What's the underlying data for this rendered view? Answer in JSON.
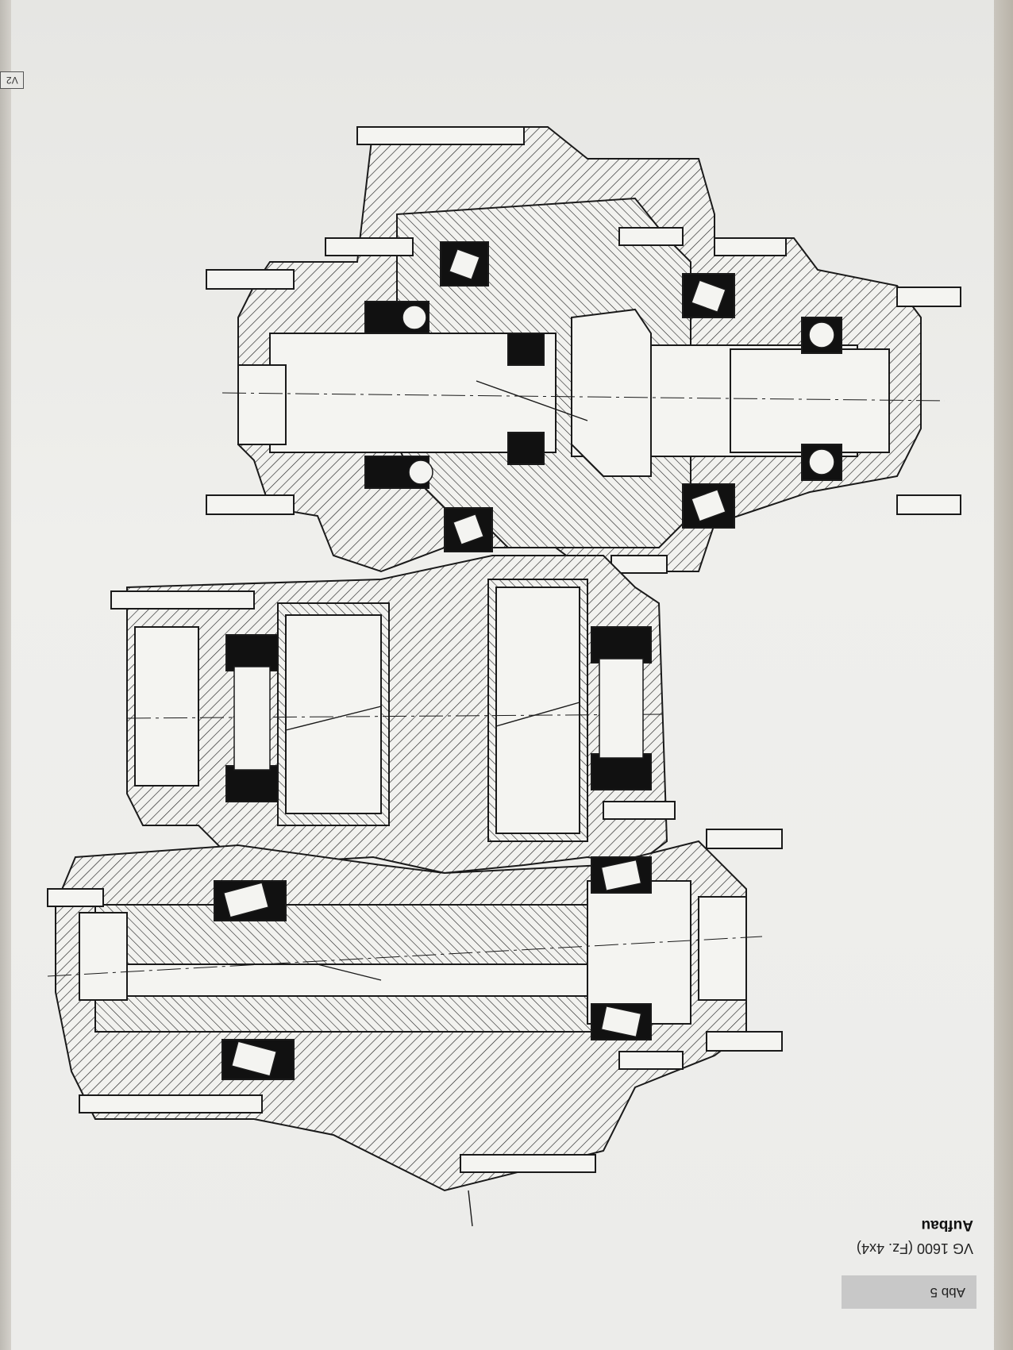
{
  "page": {
    "tag": "V2"
  },
  "caption": {
    "figure_label": "Abb 5",
    "subtitle": "VG 1600 (Fz. 4x4)",
    "title": "Aufbau"
  },
  "drawing": {
    "description_icon": "gearbox-cross-section-drawing",
    "line_color": "#1a1a1a",
    "bearing_fill": "#111111"
  }
}
